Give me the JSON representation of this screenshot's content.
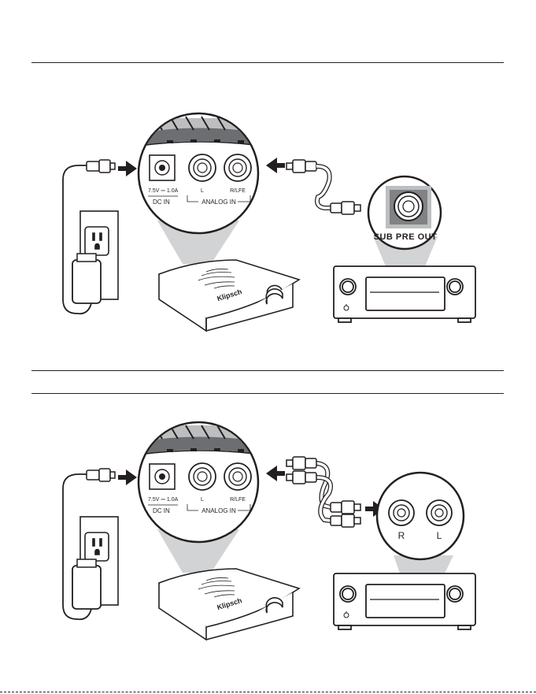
{
  "panels": [
    {
      "id": "sub-pre-out",
      "jack_labels": {
        "dc_in_rating": "7.5V ⎓ 1.0A",
        "dc_in": "DC IN",
        "left": "L",
        "right_lfe": "R/LFE",
        "analog_in": "ANALOG IN"
      },
      "brand": "Klipsch",
      "receiver_port_label": "SUB PRE OUT"
    },
    {
      "id": "stereo-rl",
      "jack_labels": {
        "dc_in_rating": "7.5V ⎓ 1.0A",
        "dc_in": "DC IN",
        "left": "L",
        "right_lfe": "R/LFE",
        "analog_in": "ANALOG IN"
      },
      "brand": "Klipsch",
      "receiver_port_labels": {
        "right": "R",
        "left": "L"
      }
    }
  ],
  "colors": {
    "line": "#231f20",
    "callout_fill": "#d1d3d4",
    "panel_gray": "#bcbec0",
    "white": "#ffffff"
  }
}
